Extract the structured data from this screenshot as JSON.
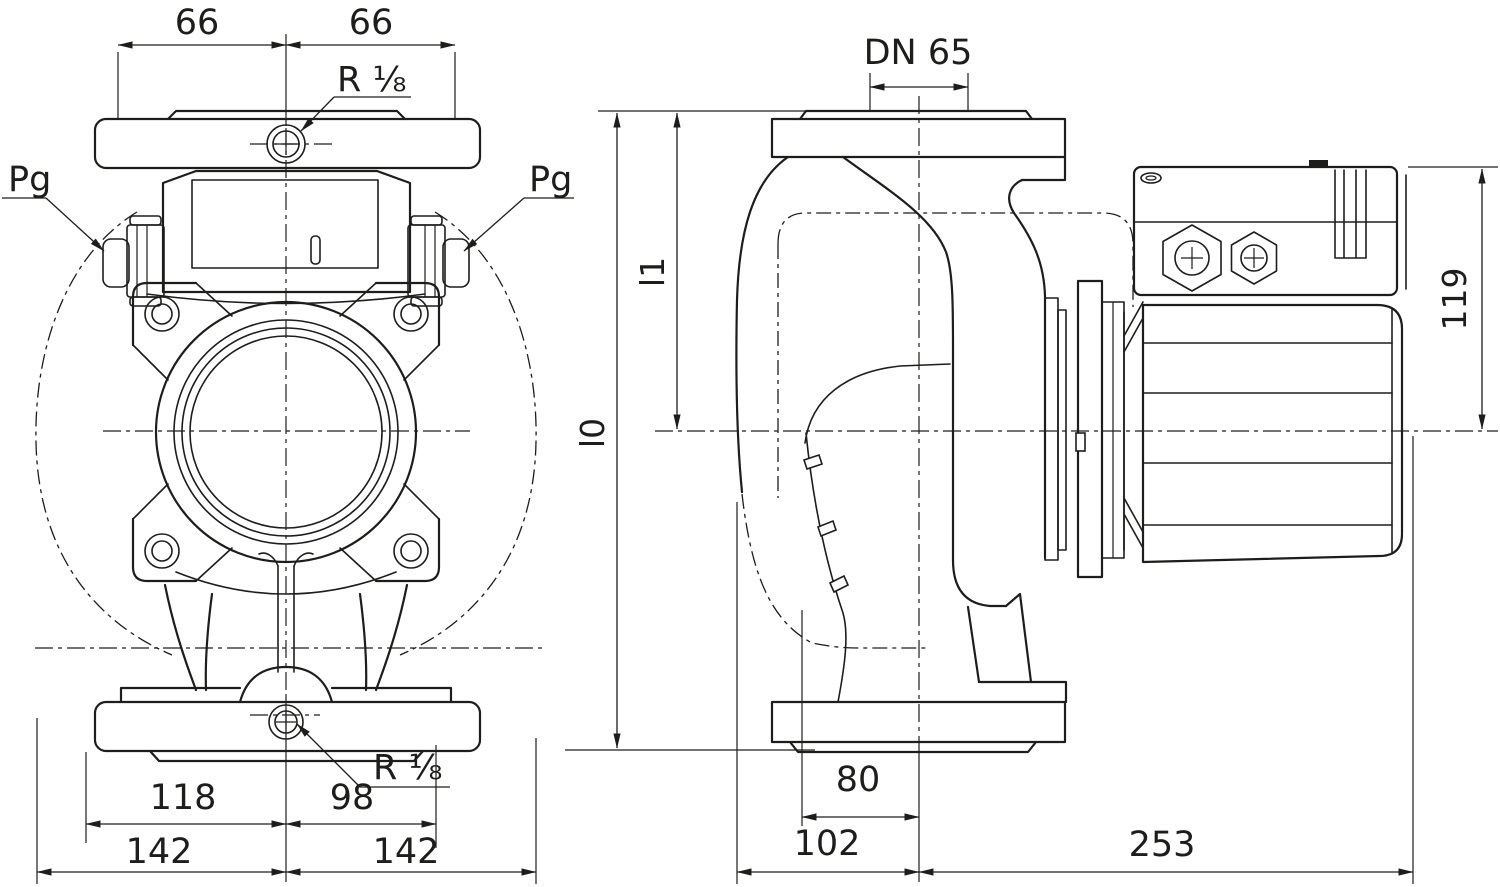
{
  "drawing": {
    "type": "pump dimensional drawing, two orthographic views",
    "front_view": {
      "dims": {
        "top_left": "66",
        "top_right": "66",
        "bottom_inner_left": "118",
        "bottom_inner_right": "98",
        "bottom_outer_left": "142",
        "bottom_outer_right": "142"
      },
      "labels": {
        "vent_plug_top": "R ⅛",
        "vent_plug_bottom": "R ⅛",
        "cable_gland_left": "Pg",
        "cable_gland_right": "Pg"
      }
    },
    "side_view": {
      "dims": {
        "flange_nominal": "DN 65",
        "height_upper": "l1",
        "height_total": "l0",
        "motor_height": "119",
        "foot_offset": "80",
        "body_depth": "102",
        "motor_depth": "253"
      }
    },
    "colors": {
      "line": "#1d1d1b",
      "background": "#ffffff"
    }
  }
}
